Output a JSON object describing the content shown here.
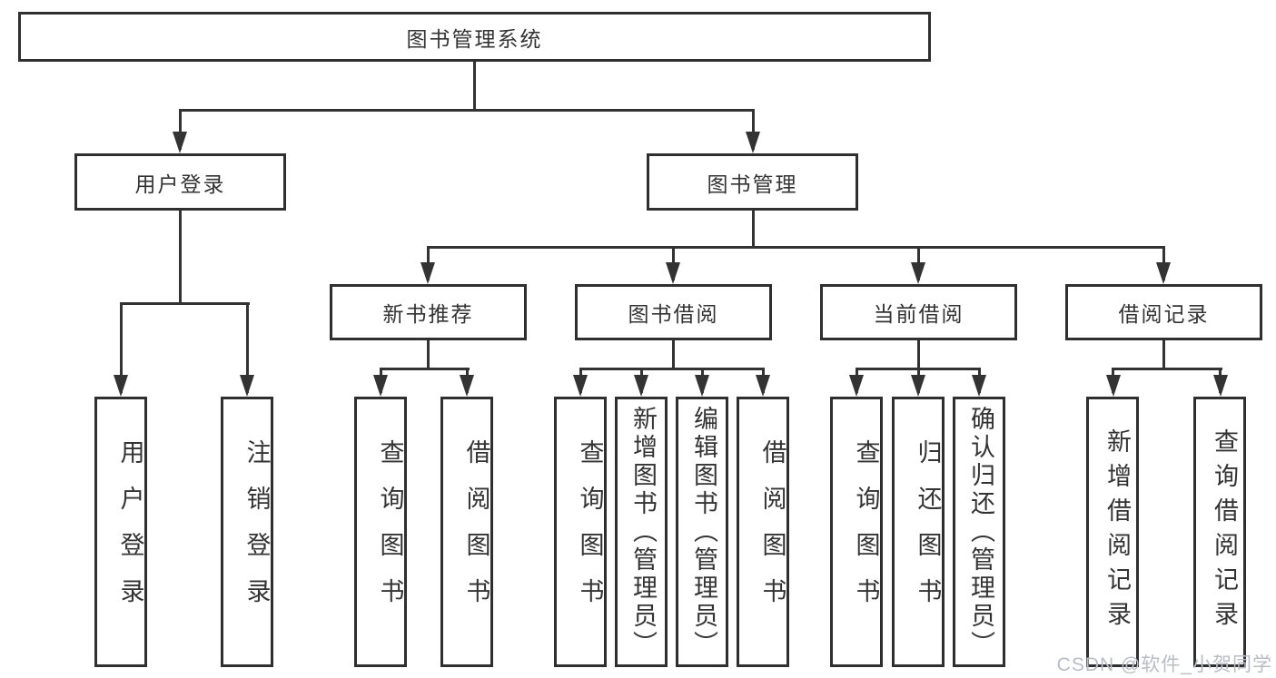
{
  "diagram": {
    "title": "图书管理系统",
    "type": "hierarchy-tree",
    "root": {
      "label": "图书管理系统"
    },
    "level2": [
      {
        "label": "用户登录"
      },
      {
        "label": "图书管理"
      }
    ],
    "level3": [
      {
        "label": "新书推荐"
      },
      {
        "label": "图书借阅"
      },
      {
        "label": "当前借阅"
      },
      {
        "label": "借阅记录"
      }
    ],
    "leaves": [
      {
        "label": "用户登录"
      },
      {
        "label": "注销登录"
      },
      {
        "label": "查询图书"
      },
      {
        "label": "借阅图书"
      },
      {
        "label": "查询图书"
      },
      {
        "label": "新增图书（管理员）"
      },
      {
        "label": "编辑图书（管理员）"
      },
      {
        "label": "借阅图书"
      },
      {
        "label": "查询图书"
      },
      {
        "label": "归还图书"
      },
      {
        "label": "确认归还（管理员）"
      },
      {
        "label": "新增借阅记录"
      },
      {
        "label": "查询借阅记录"
      }
    ],
    "structure": {
      "图书管理系统": [
        "用户登录",
        "图书管理"
      ],
      "用户登录": [
        "用户登录",
        "注销登录"
      ],
      "图书管理": [
        "新书推荐",
        "图书借阅",
        "当前借阅",
        "借阅记录"
      ],
      "新书推荐": [
        "查询图书",
        "借阅图书"
      ],
      "图书借阅": [
        "查询图书",
        "新增图书（管理员）",
        "编辑图书（管理员）",
        "借阅图书"
      ],
      "当前借阅": [
        "查询图书",
        "归还图书",
        "确认归还（管理员）"
      ],
      "借阅记录": [
        "新增借阅记录",
        "查询借阅记录"
      ]
    },
    "colors": {
      "line": "#333333",
      "box_border": "#2f2f2f",
      "text": "#333333",
      "background": "#ffffff",
      "watermark_text": "#b9bcc6"
    },
    "watermark": "CSDN @软件_小贺同学"
  }
}
